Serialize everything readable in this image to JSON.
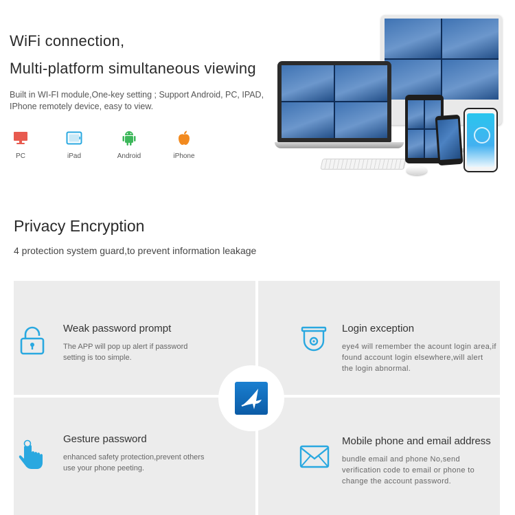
{
  "hero": {
    "title_line1": "WiFi connection,",
    "title_line2": "Multi-platform simultaneous viewing",
    "description": "Built in WI-FI module,One-key setting ; Support Android, PC, IPAD, IPhone remotely device, easy to view."
  },
  "platforms": [
    {
      "label": "PC",
      "icon": "monitor-icon",
      "color": "#e85a4f"
    },
    {
      "label": "iPad",
      "icon": "tablet-icon",
      "color": "#29a8e0"
    },
    {
      "label": "Android",
      "icon": "android-icon",
      "color": "#3cb75a"
    },
    {
      "label": "iPhone",
      "icon": "apple-icon",
      "color": "#f28a1f"
    }
  ],
  "privacy": {
    "title": "Privacy Encryption",
    "subtitle": "4 protection system guard,to prevent information leakage"
  },
  "features": [
    {
      "title": "Weak password prompt",
      "description": "The APP will pop up alert if password setting is too simple.",
      "icon": "padlock-icon"
    },
    {
      "title": "Login exception",
      "description": "eye4 will remember the acount login area,if found account login elsewhere,will alert the login abnormal.",
      "icon": "camera-dome-icon"
    },
    {
      "title": "Gesture password",
      "description": "enhanced safety protection,prevent others use your phone peeting.",
      "icon": "hand-pointer-icon"
    },
    {
      "title": "Mobile phone and email address",
      "description": "bundle email and phone No,send verification code to email or phone to change the account password.",
      "icon": "envelope-icon"
    }
  ],
  "colors": {
    "accent": "#29a8e0",
    "panel": "#ececec",
    "logo": "#0b5ba6"
  }
}
